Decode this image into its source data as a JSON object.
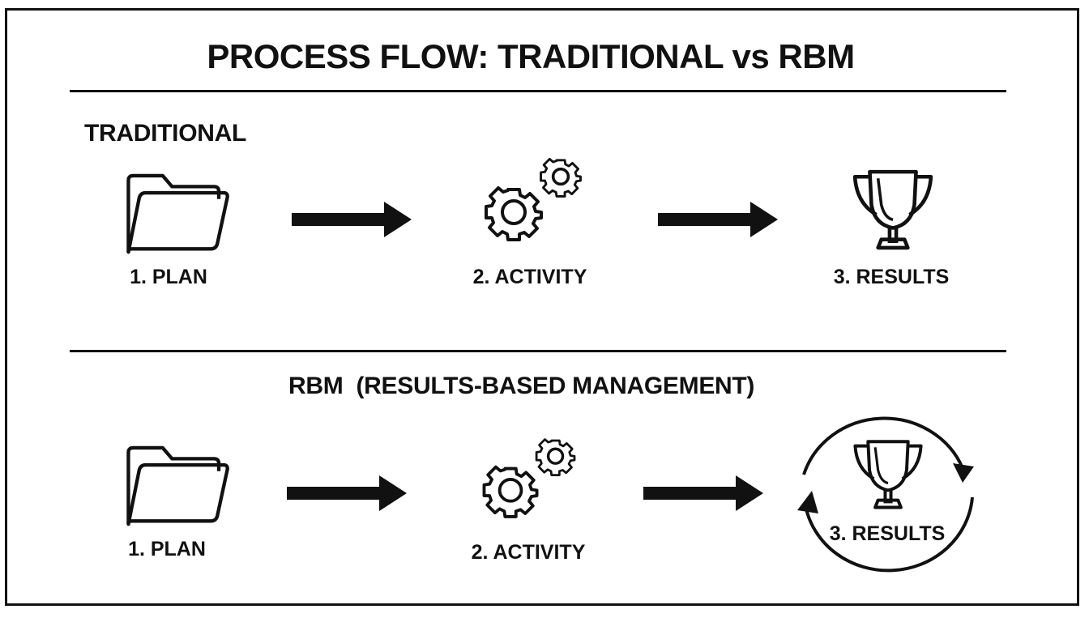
{
  "diagram": {
    "title": "PROCESS FLOW: TRADITIONAL vs RBM",
    "traditional": {
      "heading": "TRADITIONAL",
      "steps": [
        {
          "label": "1. PLAN",
          "icon": "folder-icon"
        },
        {
          "label": "2. ACTIVITY",
          "icon": "gears-icon"
        },
        {
          "label": "3. RESULTS",
          "icon": "trophy-icon"
        }
      ]
    },
    "rbm": {
      "heading": "RBM  (RESULTS-BASED MANAGEMENT)",
      "steps": [
        {
          "label": "1. PLAN",
          "icon": "folder-icon"
        },
        {
          "label": "2. ACTIVITY",
          "icon": "gears-icon"
        },
        {
          "label": "3. RESULTS",
          "icon": "trophy-icon"
        }
      ],
      "feedback_icon": "cycle-arrows-icon"
    },
    "colors": {
      "ink": "#111111",
      "background": "#ffffff"
    }
  }
}
